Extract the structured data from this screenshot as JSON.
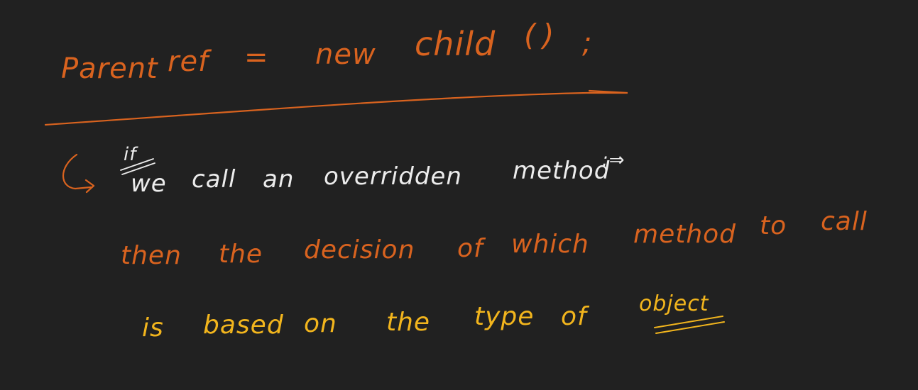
{
  "colors": {
    "background": "#212121",
    "orange": "#d9631f",
    "white": "#ececec",
    "yellow": "#f2b51d"
  },
  "lines": {
    "line1": [
      "Parent",
      "ref",
      "=",
      "new",
      "child",
      "(",
      ")",
      ";"
    ],
    "line2_small": "if",
    "line2": [
      "we",
      "call",
      "an",
      "overridden",
      "method",
      ":⇒"
    ],
    "line3": [
      "then",
      "the",
      "decision",
      "of",
      "which",
      "method",
      "to",
      "call"
    ],
    "line4": [
      "is",
      "based",
      "on",
      "the",
      "type",
      "of",
      "object"
    ]
  }
}
